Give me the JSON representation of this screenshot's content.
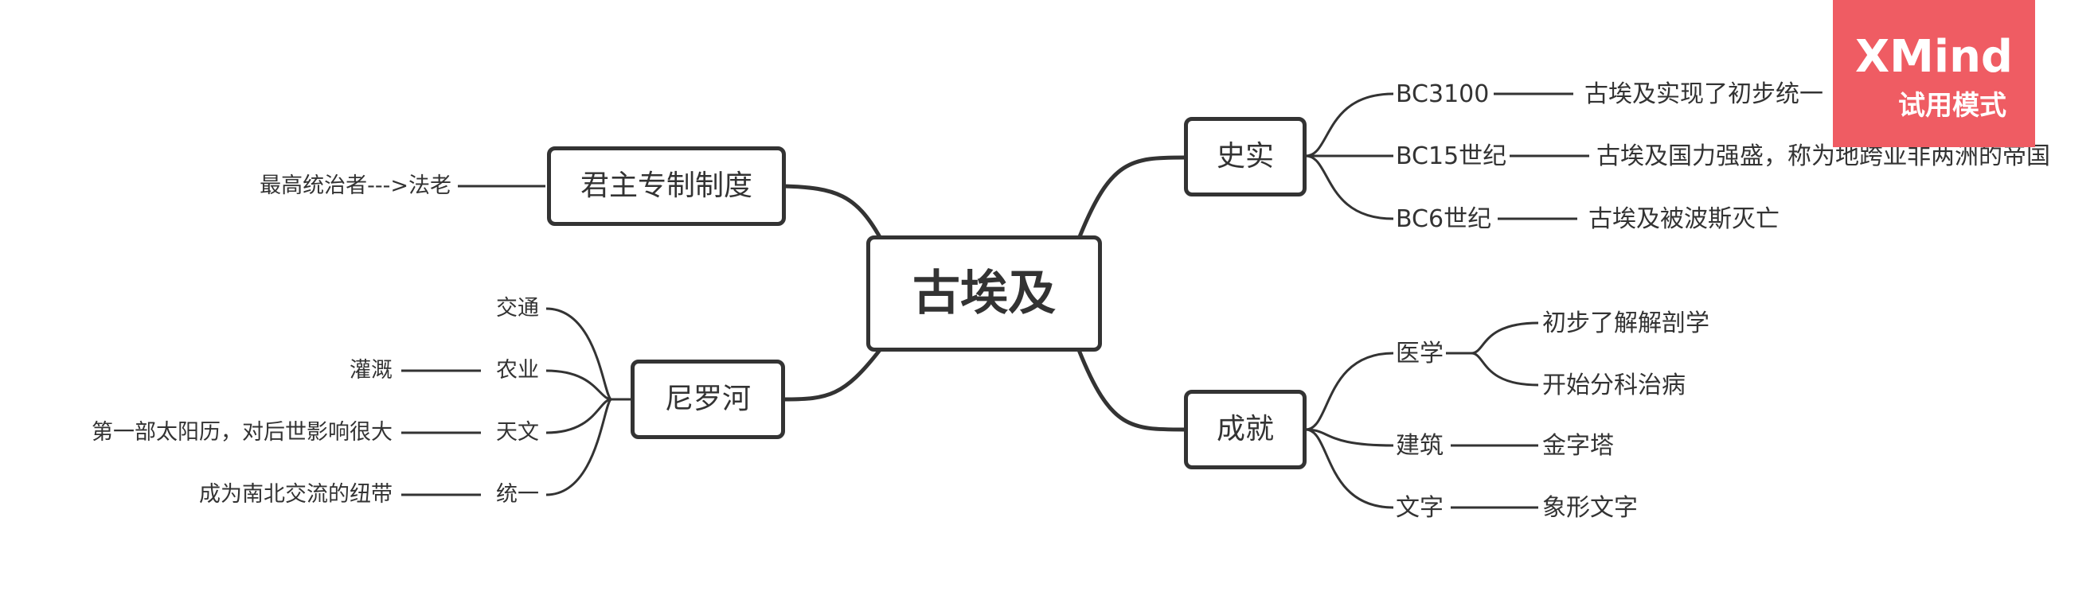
{
  "watermark": {
    "title": "XMind",
    "subtitle": "试用模式",
    "color": "#ef5c63"
  },
  "central": {
    "label": "古埃及"
  },
  "left": {
    "monarchy": {
      "label": "君主专制制度",
      "children": [
        "最高统治者--->法老"
      ]
    },
    "nile": {
      "label": "尼罗河",
      "children": [
        {
          "label": "交通",
          "detail": ""
        },
        {
          "label": "农业",
          "detail": "灌溉"
        },
        {
          "label": "天文",
          "detail": "第一部太阳历，对后世影响很大"
        },
        {
          "label": "统一",
          "detail": "成为南北交流的纽带"
        }
      ]
    }
  },
  "right": {
    "history": {
      "label": "史实",
      "children": [
        {
          "label": "BC3100",
          "detail": "古埃及实现了初步统一"
        },
        {
          "label": "BC15世纪",
          "detail": "古埃及国力强盛，称为地跨亚非两洲的帝国"
        },
        {
          "label": "BC6世纪",
          "detail": "古埃及被波斯灭亡"
        }
      ]
    },
    "achievements": {
      "label": "成就",
      "children": [
        {
          "label": "医学",
          "details": [
            "初步了解解剖学",
            "开始分科治病"
          ]
        },
        {
          "label": "建筑",
          "details": [
            "金字塔"
          ]
        },
        {
          "label": "文字",
          "details": [
            "象形文字"
          ]
        }
      ]
    }
  }
}
